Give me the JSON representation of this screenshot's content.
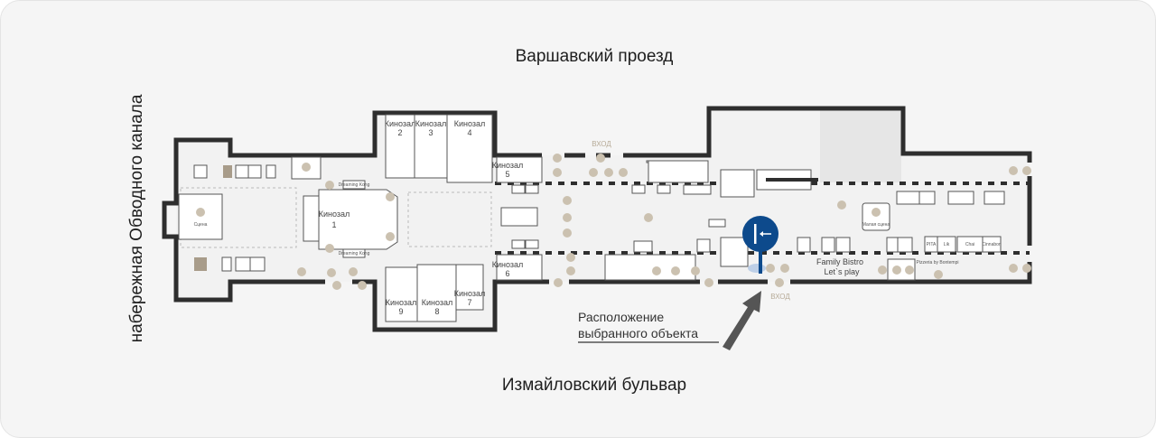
{
  "streets": {
    "top": "Варшавский проезд",
    "bottom": "Измайловский бульвар",
    "left": "набережная Обводного канала"
  },
  "halls": [
    {
      "name": "Кинозал",
      "num": "1"
    },
    {
      "name": "Кинозал",
      "num": "2"
    },
    {
      "name": "Кинозал",
      "num": "3"
    },
    {
      "name": "Кинозал",
      "num": "4"
    },
    {
      "name": "Кинозал",
      "num": "5"
    },
    {
      "name": "Кинозал",
      "num": "6"
    },
    {
      "name": "Кинозал",
      "num": "7"
    },
    {
      "name": "Кинозал",
      "num": "8"
    },
    {
      "name": "Кинозал",
      "num": "9"
    }
  ],
  "places": {
    "stage": "Сцена",
    "small_stage": "Малая сцена",
    "family_bistro_1": "Family Bistro",
    "family_bistro_2": "Let`s play",
    "pizzeria": "Pizzeria by Bontempi",
    "pita": "PITA",
    "lik": "Lik",
    "chai": "Chai",
    "cinnabon": "Cinnabon",
    "smoking_1": "Dreaming Kong",
    "smoking_2": "Dreaming Kong"
  },
  "entrances": {
    "top": "ВХОД",
    "bottom": "ВХОД"
  },
  "annotation": {
    "line1": "Расположение",
    "line2": "выбранного объекта"
  },
  "marker": {
    "icon": "exit-arrow-icon",
    "color": "#0d4a8c"
  },
  "colors": {
    "wall": "#2e2e2e",
    "icon": "#cbc1b0",
    "marker": "#0d4a8c"
  }
}
